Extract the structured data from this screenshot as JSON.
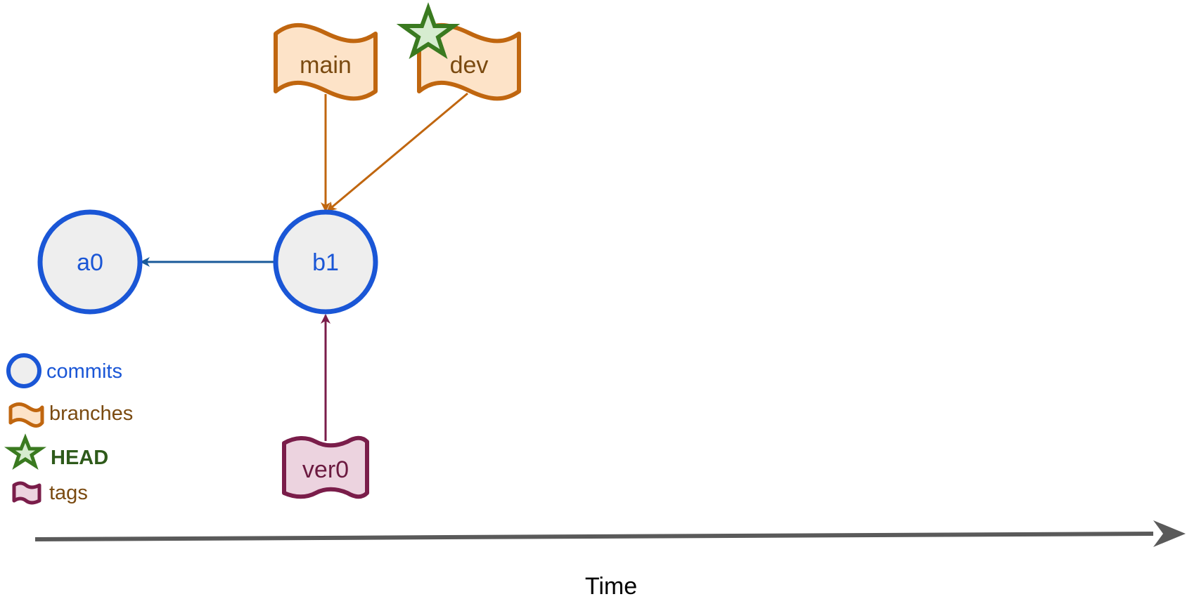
{
  "commits": [
    {
      "id": "a0"
    },
    {
      "id": "b1"
    }
  ],
  "branches": [
    {
      "name": "main"
    },
    {
      "name": "dev"
    }
  ],
  "tags": [
    {
      "name": "ver0"
    }
  ],
  "legend": {
    "commits": "commits",
    "branches": "branches",
    "head": "HEAD",
    "tags": "tags"
  },
  "axis": {
    "label": "Time"
  },
  "colors": {
    "commit_stroke": "#1a56d6",
    "commit_fill": "#eeeeee",
    "commit_text": "#1a56d6",
    "branch_stroke": "#c0660f",
    "branch_fill": "#fde3c8",
    "branch_text": "#7a4a10",
    "tag_stroke": "#7a1d4a",
    "tag_fill": "#ecd3df",
    "tag_text": "#6b1a40",
    "head_stroke": "#3a7a20",
    "head_fill": "#d6ecd0",
    "head_text": "#2e5a1a",
    "axis": "#5a5a5a",
    "parent_edge": "#1a5a9a"
  }
}
